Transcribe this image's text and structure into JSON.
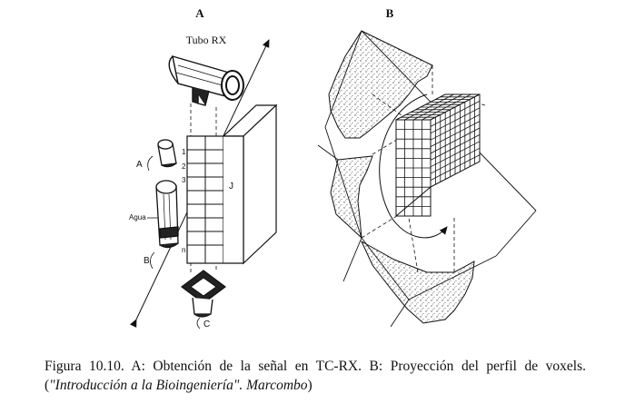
{
  "panel_a": {
    "title": "A",
    "tube_label": "Tubo RX",
    "detector_label": "J",
    "water_label": "Agua",
    "sample_labels": {
      "a": "A",
      "b": "B",
      "c": "C"
    },
    "row_numbers": [
      "1",
      "2",
      "3",
      "n"
    ]
  },
  "panel_b": {
    "title": "B"
  },
  "caption": {
    "text": "Figura 10.10. A: Obtención de la señal en TC-RX. B: Proyección del perfil de voxels. (",
    "source_italic": "\"Introducción a la Bioingeniería\". Marcombo",
    "closing": ")"
  },
  "colors": {
    "ink": "#111111",
    "background": "#ffffff",
    "stipple": "#6b6b6b"
  }
}
